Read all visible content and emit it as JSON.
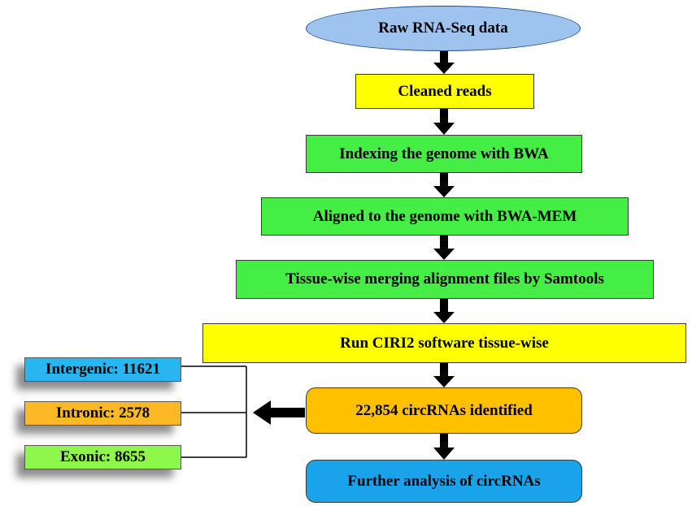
{
  "steps": {
    "raw": "Raw RNA-Seq data",
    "cleaned": "Cleaned reads",
    "indexing": "Indexing the genome with BWA",
    "aligned": "Aligned to the genome with BWA-MEM",
    "merging": "Tissue-wise merging alignment files by Samtools",
    "ciri2": "Run CIRI2 software tissue-wise",
    "identified": "22,854 circRNAs identified",
    "further": "Further analysis of circRNAs"
  },
  "categories": {
    "intergenic": "Intergenic: 11621",
    "intronic": "Intronic: 2578",
    "exonic": "Exonic: 8655"
  },
  "colors": {
    "ellipse": "#9dc3ee",
    "yellow": "#ffff00",
    "green": "#44ee44",
    "orange": "#ffc000",
    "blue": "#1aa3e8",
    "intergenic": "#29b6f0",
    "intronic": "#fdb826",
    "exonic": "#8ef84a"
  }
}
